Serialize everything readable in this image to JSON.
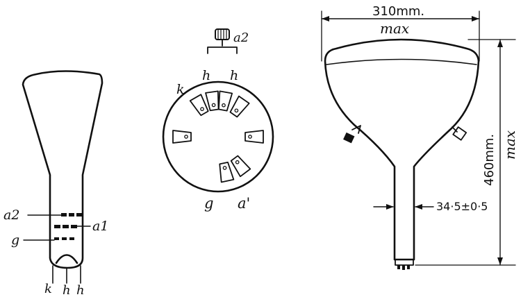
{
  "side_view": {
    "electrode_labels": [
      "a2",
      "a1",
      "g"
    ],
    "pin_labels": [
      "k",
      "h",
      "h"
    ]
  },
  "base_view": {
    "cap_label": "a2",
    "top_labels": [
      "h",
      "h"
    ],
    "left_label": "k",
    "bottom_labels": [
      "g",
      "a'"
    ]
  },
  "outline": {
    "width_value": "310mm.",
    "width_suffix": "max",
    "height_value": "460mm.",
    "height_suffix": "max",
    "neck_diameter": "34·5±0·5"
  }
}
